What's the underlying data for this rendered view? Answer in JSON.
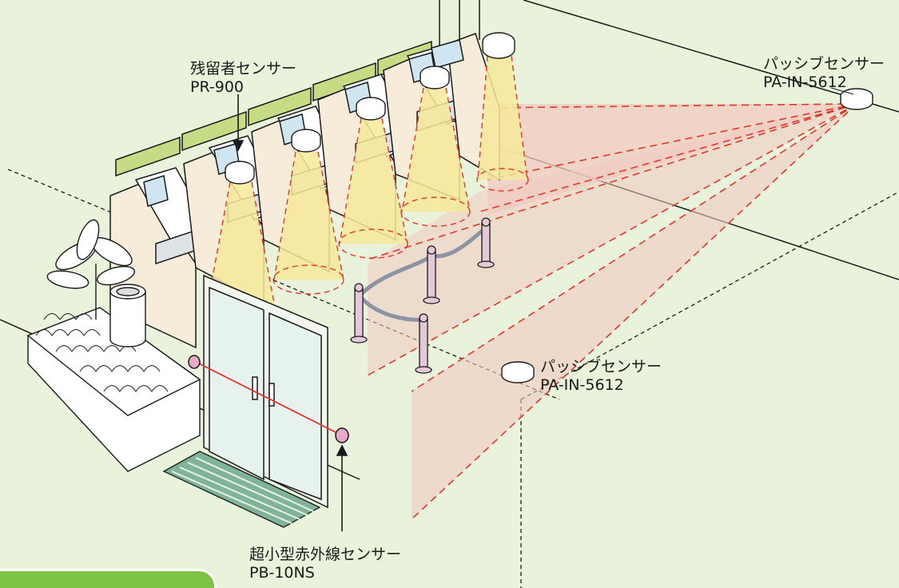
{
  "labels": {
    "residual_sensor": {
      "name": "残留者センサー",
      "model": "PR-900"
    },
    "passive_sensor_top": {
      "name": "パッシブセンサー",
      "model": "PA-IN-5612"
    },
    "passive_sensor_mid": {
      "name": "パッシブセンサー",
      "model": "PA-IN-5612"
    },
    "beam_sensor": {
      "name": "超小型赤外線センサー",
      "model": "PB-10NS"
    }
  },
  "colors": {
    "background": "#e9f3dc",
    "detection_zone": "#f0c9c0",
    "sensor_cone": "#f6e99a",
    "dashed_beam": "#e0362b",
    "infrared_beam": "#e0362b",
    "badge": "#7dc243"
  },
  "icons": [
    "sensor-icon",
    "atm-icon",
    "plant-icon",
    "trash-bin-icon",
    "stanchion-icon",
    "door-icon",
    "doormat-icon"
  ]
}
